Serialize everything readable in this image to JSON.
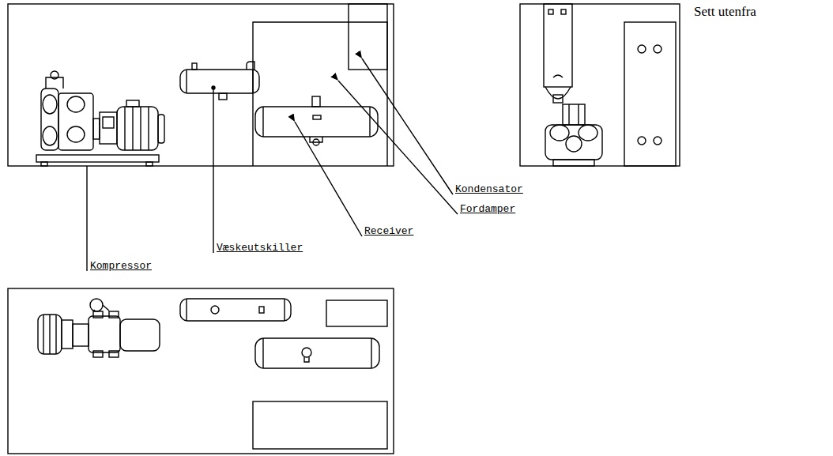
{
  "diagram": {
    "labels": [
      "Sett utenfra",
      "Kondensator",
      "Fordamper",
      "Receiver",
      "Væskeutskiller",
      "Kompressor"
    ]
  }
}
